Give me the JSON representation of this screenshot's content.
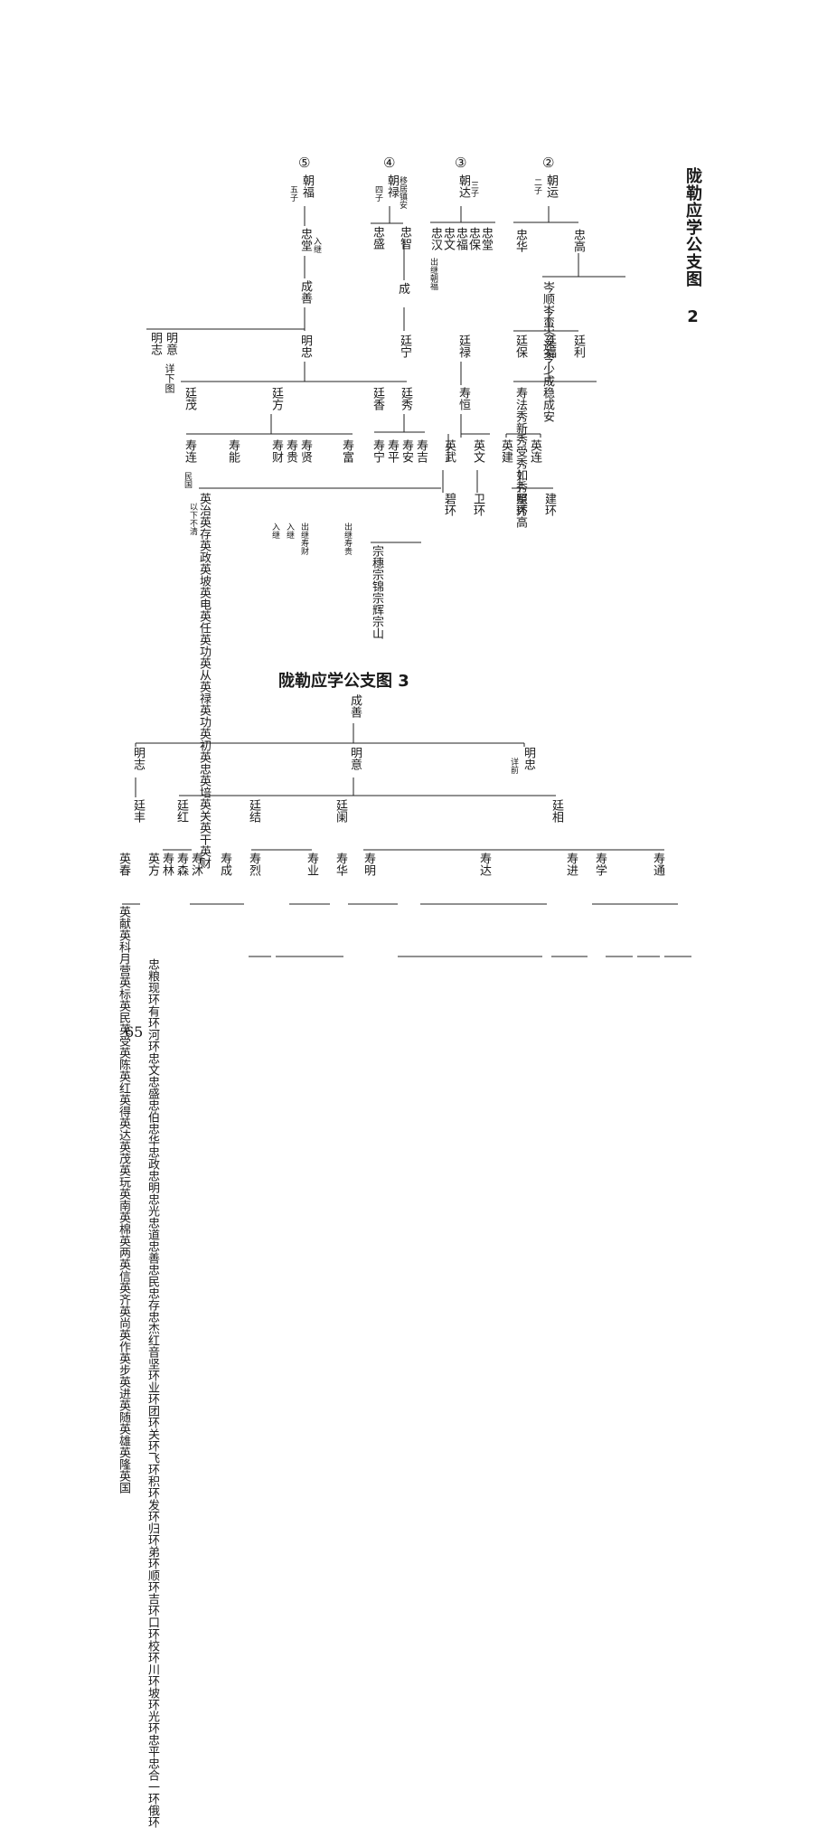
{
  "titles": {
    "chart2": "陇勒应学公支图 2",
    "chart3": "陇勒应学公支图 3"
  },
  "page_number": "65",
  "chart2": {
    "gen_heads": [
      {
        "mark": "⑤",
        "name": "朝福",
        "note": "五子",
        "note2": "入继"
      },
      {
        "mark": "④",
        "name": "朝禄",
        "note": "四子",
        "note2": "移居镇安"
      },
      {
        "mark": "③",
        "name": "朝达",
        "note": "三子"
      },
      {
        "mark": "②",
        "name": "朝运",
        "note": "二子"
      }
    ],
    "labels": {
      "zhongtang": "忠堂",
      "chengshan": "成善",
      "mingzhi": "明志",
      "mingyi": "明意",
      "mingzhong": "明忠",
      "xiangxiatu": "详下图",
      "zhongsheng": "忠盛",
      "zhongzhi": "忠智",
      "cheng": "成",
      "tingning": "廷宁",
      "zhong4": "忠堂忠保忠福忠文忠汉",
      "chujitanfu": "出继朝福",
      "tinglu": "廷禄",
      "shouheng": "寿恒",
      "zhonghua": "忠华",
      "zhonggao": "忠高",
      "cen_row": "岑顺岑蛮岑还岑少成稳成安",
      "tingbao": "廷保",
      "tingfu": "廷福",
      "tingli": "廷利",
      "shou_row_right": "寿法秀新秀受秀如秀照秀高",
      "tingmao": "廷茂",
      "tingfang": "廷方",
      "tingxiang": "廷香",
      "tingxiu": "廷秀",
      "shoulian": "寿连",
      "shouneng": "寿能",
      "shoucai": "寿财",
      "shougui": "寿贵",
      "shouxian": "寿贤",
      "shoufu": "寿富",
      "shouning": "寿宁",
      "shouping": "寿平",
      "shouan": "寿安",
      "shouchang": "寿吉",
      "yingwu": "英武",
      "yingwen": "英文",
      "yingjian": "英建",
      "yinglian": "英连",
      "minguo_note": "民国",
      "xia_note": "以下不清",
      "ying_row": "英治英存英政英坡英电英任英功英从英禄英功英初英忠英培英关英干英财",
      "bihuan": "碧环",
      "weihuan": "卫环",
      "xinghuan": "星环",
      "jianhuan": "建环",
      "rujinote": "入继",
      "chujishoucai": "出继寿财",
      "chujishougui": "出继寿贵",
      "zong_row": "宗穗宗锦宗辉宗山"
    }
  },
  "chart3": {
    "labels": {
      "chengshan": "成善",
      "mingzhi": "明志",
      "mingyi": "明意",
      "mingzhong": "明忠",
      "xiangqian": "详前",
      "tingfeng": "廷丰",
      "tinghong": "廷红",
      "tingjie": "廷结",
      "tinglan": "廷阑",
      "tingxiang": "廷相",
      "yingchun": "英春",
      "yingfang": "英方",
      "shoulin": "寿林",
      "shousen": "寿森",
      "shoulin2": "寿沐",
      "shoucheng": "寿成",
      "shoulie": "寿烈",
      "shouye": "寿业",
      "shouhua": "寿华",
      "shouming": "寿明",
      "shouda": "寿达",
      "shoujin": "寿进",
      "shouxue": "寿学",
      "shoutong": "寿通"
    },
    "ying_row": "英献英科月营英标英民英受英陈英红英得英达英茂英玩英南英棉英两英信英齐英尚英作英步英进英随英雄英隆英国",
    "last_row": "忠粮现环有环河环忠文忠盛忠伯忠华忠政忠明忠光忠道忠善忠民忠存忠杰红音坚环业环团环关环飞环积环发环归环弟环顺环吉环口环校环川环坡环光环忠平忠合一环俄环"
  }
}
